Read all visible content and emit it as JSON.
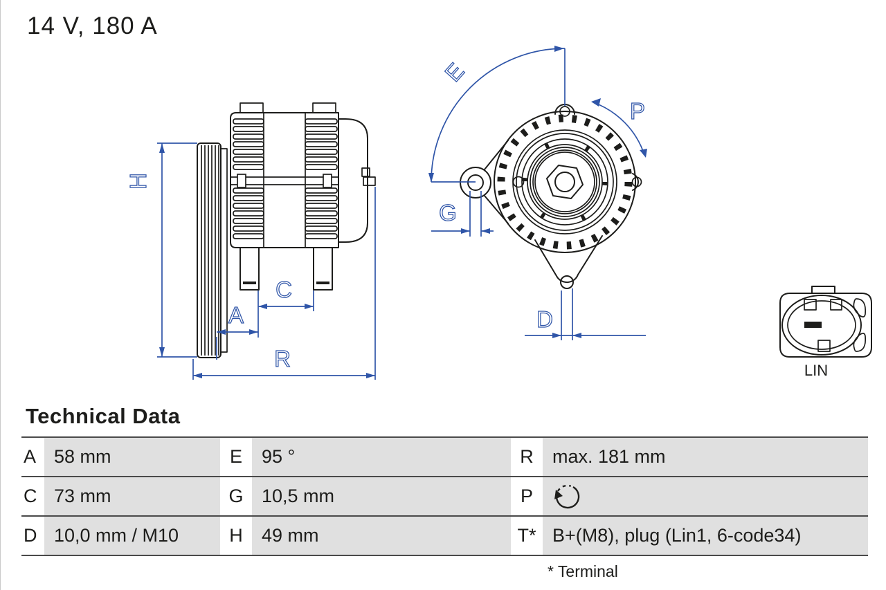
{
  "title": "14 V, 180 A",
  "diagram": {
    "dimension_labels": {
      "H": "H",
      "A": "A",
      "C": "C",
      "R": "R",
      "E": "E",
      "G": "G",
      "P": "P",
      "D": "D"
    },
    "connector_label": "LIN"
  },
  "table": {
    "heading": "Technical Data",
    "rows": [
      {
        "c1_key": "A",
        "c1_value": "58 mm",
        "c2_key": "E",
        "c2_value": "95 °",
        "c3_key": "R",
        "c3_value": "max. 181 mm"
      },
      {
        "c1_key": "C",
        "c1_value": "73 mm",
        "c2_key": "G",
        "c2_value": "10,5 mm",
        "c3_key": "P",
        "c3_value": "",
        "c3_icon": "rotation-direction-icon"
      },
      {
        "c1_key": "D",
        "c1_value": "10,0 mm / M10",
        "c2_key": "H",
        "c2_value": "49 mm",
        "c3_key": "T*",
        "c3_value": "B+(M8), plug (Lin1, 6-code34)"
      }
    ],
    "footnote": "* Terminal"
  },
  "colors": {
    "accent_blue": "#2f55a8",
    "ink": "#1d1d1b",
    "cell_gray": "#e0e0e0",
    "rule_gray": "#4a4a4a"
  }
}
